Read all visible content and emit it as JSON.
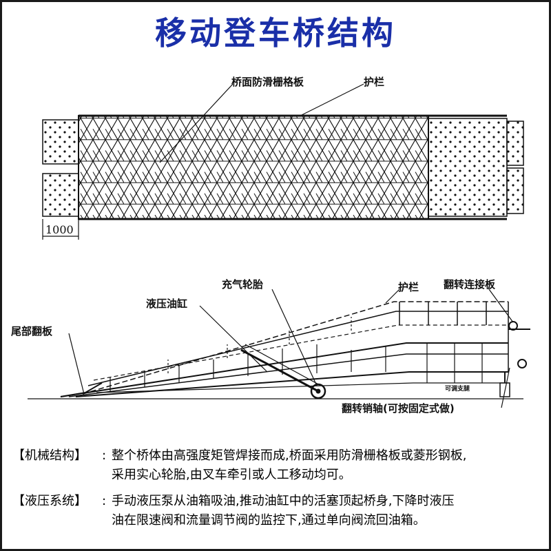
{
  "title": "移动登车桥结构",
  "plan_view": {
    "labels": {
      "grating": "桥面防滑栅格板",
      "railing": "护栏",
      "dimension": "1000"
    }
  },
  "side_view": {
    "labels": {
      "tire": "充气轮胎",
      "cylinder": "液压油缸",
      "railing": "护栏",
      "flip_plate": "翻转连接板",
      "tail_plate": "尾部翻板",
      "support_leg": "可调支腿",
      "pin": "翻转销轴(可按固定式做)"
    }
  },
  "descriptions": [
    {
      "tag": "【机械结构】",
      "sep": ":",
      "line1": "整个桥体由高强度矩管焊接而成,桥面采用防滑栅格板或菱形钢板,",
      "line2": "采用实心轮胎,由叉车牵引或人工移动均可。"
    },
    {
      "tag": "【液压系统】",
      "sep": ":",
      "line1": "手动液压泵从油箱吸油,推动油缸中的活塞顶起桥身,下降时液压",
      "line2": "油在限速阀和流量调节阀的监控下,通过单向阀流回油箱。"
    }
  ]
}
